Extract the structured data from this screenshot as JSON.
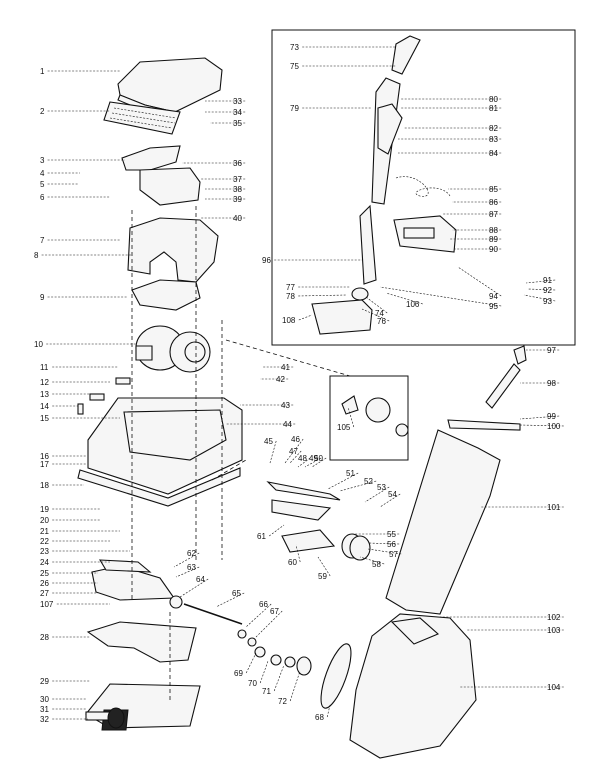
{
  "diagram": {
    "callouts": [
      "1",
      "2",
      "3",
      "4",
      "5",
      "6",
      "7",
      "8",
      "9",
      "10",
      "11",
      "12",
      "13",
      "14",
      "15",
      "16",
      "17",
      "18",
      "19",
      "20",
      "21",
      "22",
      "23",
      "24",
      "25",
      "26",
      "27",
      "107",
      "28",
      "29",
      "30",
      "31",
      "32",
      "33",
      "34",
      "35",
      "36",
      "37",
      "38",
      "39",
      "40",
      "41",
      "42",
      "43",
      "44",
      "45",
      "46",
      "47",
      "48",
      "49",
      "50",
      "51",
      "52",
      "53",
      "54",
      "55",
      "56",
      "57",
      "58",
      "59",
      "60",
      "61",
      "62",
      "63",
      "64",
      "65",
      "66",
      "67",
      "68",
      "69",
      "70",
      "71",
      "72",
      "73",
      "75",
      "79",
      "80",
      "81",
      "82",
      "83",
      "84",
      "85",
      "86",
      "87",
      "88",
      "89",
      "90",
      "91",
      "92",
      "93",
      "94",
      "95",
      "106",
      "74",
      "76",
      "77",
      "78",
      "108",
      "96",
      "97",
      "98",
      "99",
      "100",
      "101",
      "102",
      "103",
      "104",
      "105"
    ]
  }
}
